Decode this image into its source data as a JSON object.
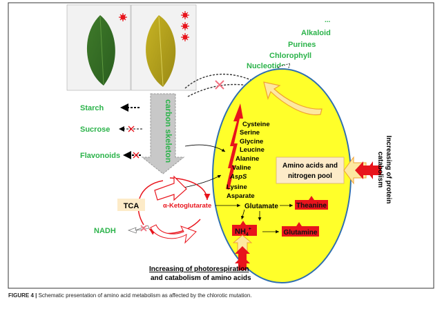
{
  "colors": {
    "green_text": "#2bb34a",
    "red": "#e8141c",
    "ellipse_fill": "#ffff2a",
    "ellipse_stroke": "#2f6fb0",
    "tca_box": "#fdebc8",
    "gray_arrow": "#c8c8c8"
  },
  "products": {
    "alkaloid": "Alkaloid",
    "ellipsis": "...",
    "purines": "Purines",
    "chlorophyll": "Chlorophyll",
    "nucleotides": "Nucleotides"
  },
  "left_compounds": {
    "starch": "Starch",
    "sucrose": "Sucrose",
    "flavonoids": "Flavonoids",
    "nadh": "NADH"
  },
  "carbon_skeleton": "carbon skeleton",
  "amino_acids": [
    "Cysteine",
    "Serine",
    "Glycine",
    "Leucine",
    "Alanine",
    "Valine",
    "AspS",
    "Lysine",
    "Asparate"
  ],
  "pool_box": {
    "line1": "Amino acids and",
    "line2": "nitrogen pool"
  },
  "cycle": {
    "tca": "TCA",
    "ketoglutarate": "α-Ketoglutarate"
  },
  "nitrogen": {
    "glutamate": "Glutamate",
    "theanine": "Theanine",
    "nh4": "NH",
    "nh4_sub": "4",
    "nh4_sup": "+",
    "glutamine": "Glutamine"
  },
  "protein_note": {
    "line1": "Increasing of protein",
    "line2": "catabolism"
  },
  "photo_note": {
    "line1": "Increasing of photorespiration",
    "line2": "and catabolism of amino acids"
  },
  "caption": {
    "label": "FIGURE 4 |",
    "text": " Schematic presentation of amino acid metabolism as affected by the chlorotic mutation."
  }
}
